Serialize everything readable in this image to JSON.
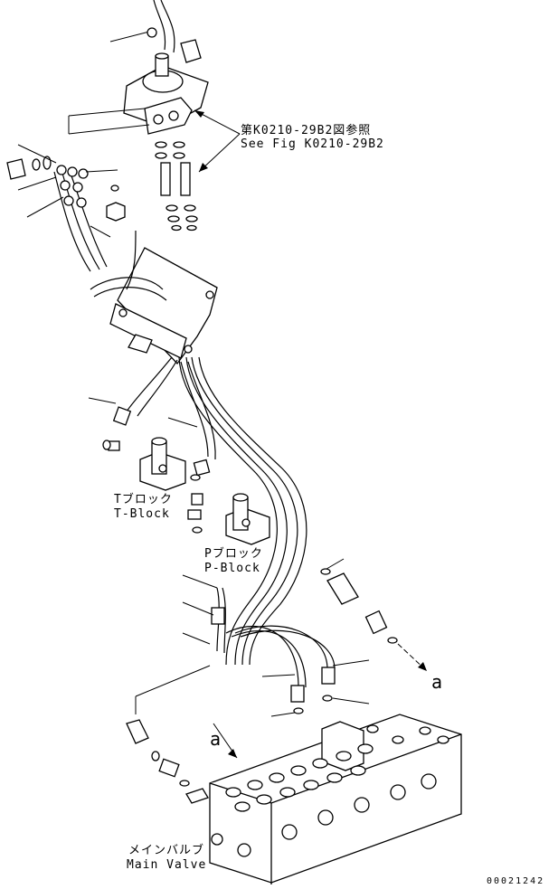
{
  "refs": {
    "ref_jp": "第K0210-29B2図参照",
    "ref_en": "See Fig K0210-29B2"
  },
  "blocks": {
    "t_block_jp": "Tブロック",
    "t_block_en": "T-Block",
    "p_block_jp": "Pブロック",
    "p_block_en": "P-Block"
  },
  "main_valve": {
    "label_jp": "メインバルブ",
    "label_en": "Main Valve"
  },
  "markers": {
    "a_right": "a",
    "a_left": "a"
  },
  "drawing_number": "00021242"
}
